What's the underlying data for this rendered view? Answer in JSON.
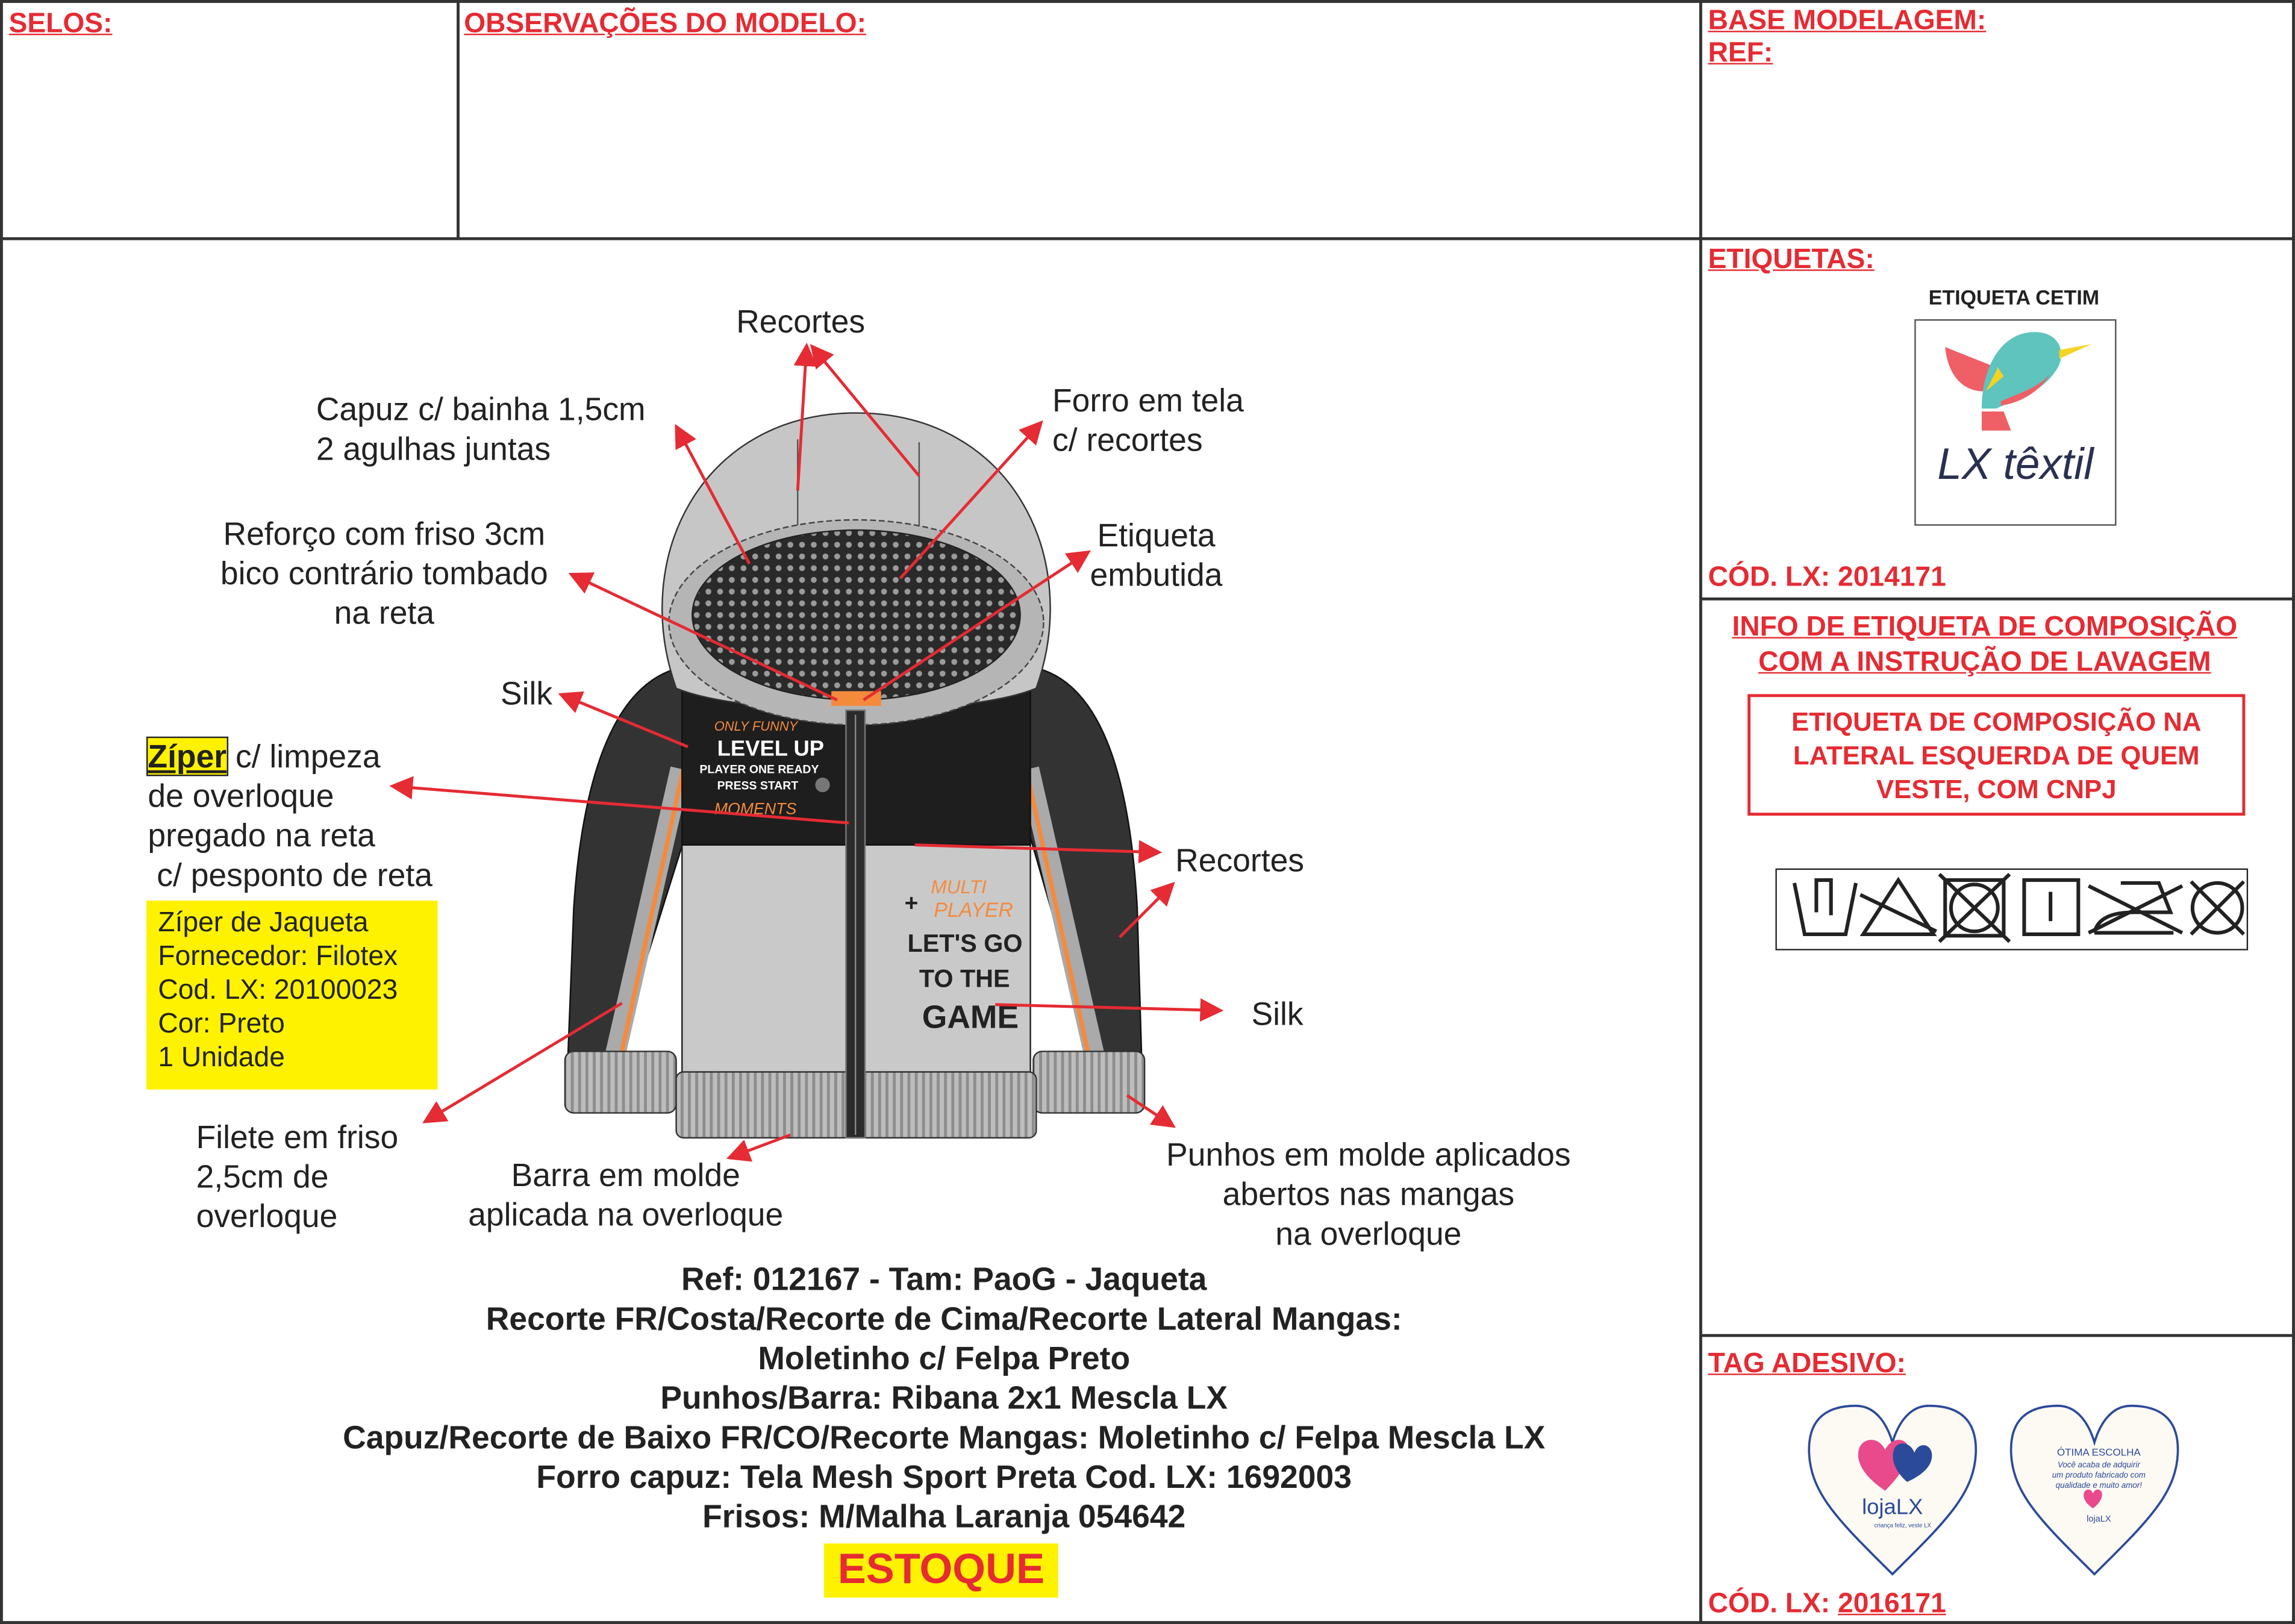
{
  "header": {
    "selos": "SELOS:",
    "observacoes": "OBSERVAÇÕES DO MODELO:",
    "base_modelagem": "BASE MODELAGEM:",
    "ref": "REF:"
  },
  "callouts": {
    "recortes_top": "Recortes",
    "capuz": [
      "Capuz c/ bainha 1,5cm",
      "2 agulhas juntas"
    ],
    "forro": [
      "Forro em tela",
      "c/ recortes"
    ],
    "reforco": [
      "Reforço com friso 3cm",
      "bico contrário tombado",
      "na reta"
    ],
    "etiqueta": [
      "Etiqueta",
      "embutida"
    ],
    "silk_left": "Silk",
    "ziper_highlight": "Zíper",
    "ziper": [
      " c/ limpeza",
      "de overloque",
      "pregado na reta",
      " c/ pesponto de reta"
    ],
    "recortes_right": "Recortes",
    "silk_right": "Silk",
    "filete": [
      "Filete em friso",
      "2,5cm de",
      "overloque"
    ],
    "barra": [
      "Barra em molde",
      "aplicada na overloque"
    ],
    "punhos": [
      "Punhos em molde aplicados",
      "abertos nas mangas",
      "na overloque"
    ]
  },
  "zipper_note": [
    "Zíper de Jaqueta",
    "Fornecedor: Filotex",
    "Cod. LX: 20100023",
    "Cor: Preto",
    "1 Unidade"
  ],
  "garment_prints": {
    "level_up": "LEVEL UP",
    "player_one": "PLAYER ONE READY",
    "press_start": "PRESS START",
    "only_funny": "ONLY FUNNY",
    "moments": "MOMENTS",
    "multi": "MULTI",
    "player": "PLAYER",
    "lets_go": "LET'S GO",
    "to_the": "TO THE",
    "game": "GAME"
  },
  "spec": [
    "Ref: 012167 - Tam: PaoG - Jaqueta",
    "Recorte FR/Costa/Recorte de Cima/Recorte Lateral Mangas:",
    "Moletinho c/ Felpa Preto",
    "Punhos/Barra: Ribana 2x1 Mescla LX",
    "Capuz/Recorte de Baixo FR/CO/Recorte Mangas: Moletinho c/ Felpa Mescla LX",
    "Forro capuz: Tela Mesh Sport Preta Cod. LX: 1692003",
    "Frisos: M/Malha Laranja 054642"
  ],
  "status_badge": "ESTOQUE",
  "etiquetas": {
    "title": "ETIQUETAS:",
    "label_name": "ETIQUETA CETIM",
    "logo_text": "LX têxtil",
    "cod_label": "CÓD. LX: ",
    "cod_value": "2014171"
  },
  "composicao": {
    "title_1": "INFO DE ETIQUETA DE COMPOSIÇÃO",
    "title_2": "COM A INSTRUÇÃO DE LAVAGEM",
    "box": [
      "ETIQUETA DE COMPOSIÇÃO NA",
      "LATERAL ESQUERDA DE QUEM",
      "VESTE, COM CNPJ"
    ],
    "care_icons": [
      "hand-wash-icon",
      "no-bleach-icon",
      "no-tumble-dry-icon",
      "line-dry-icon",
      "no-iron-icon",
      "no-dry-clean-icon"
    ]
  },
  "tag_adesivo": {
    "title": "TAG ADESIVO:",
    "front_logo": "lojaLX",
    "front_slogan": "criança feliz, veste LX",
    "back_title": "ÓTIMA ESCOLHA",
    "back_text": [
      "Você acaba de adquirir",
      "um produto fabricado com",
      "qualidade e muito amor!"
    ],
    "cod_label": "CÓD. LX: ",
    "cod_value": "2016171"
  },
  "colors": {
    "accent_red": "#e52b33",
    "highlight_yellow": "#fff200",
    "orange": "#f58a3c",
    "navy": "#2b4a9a",
    "pink": "#e94a8c"
  }
}
